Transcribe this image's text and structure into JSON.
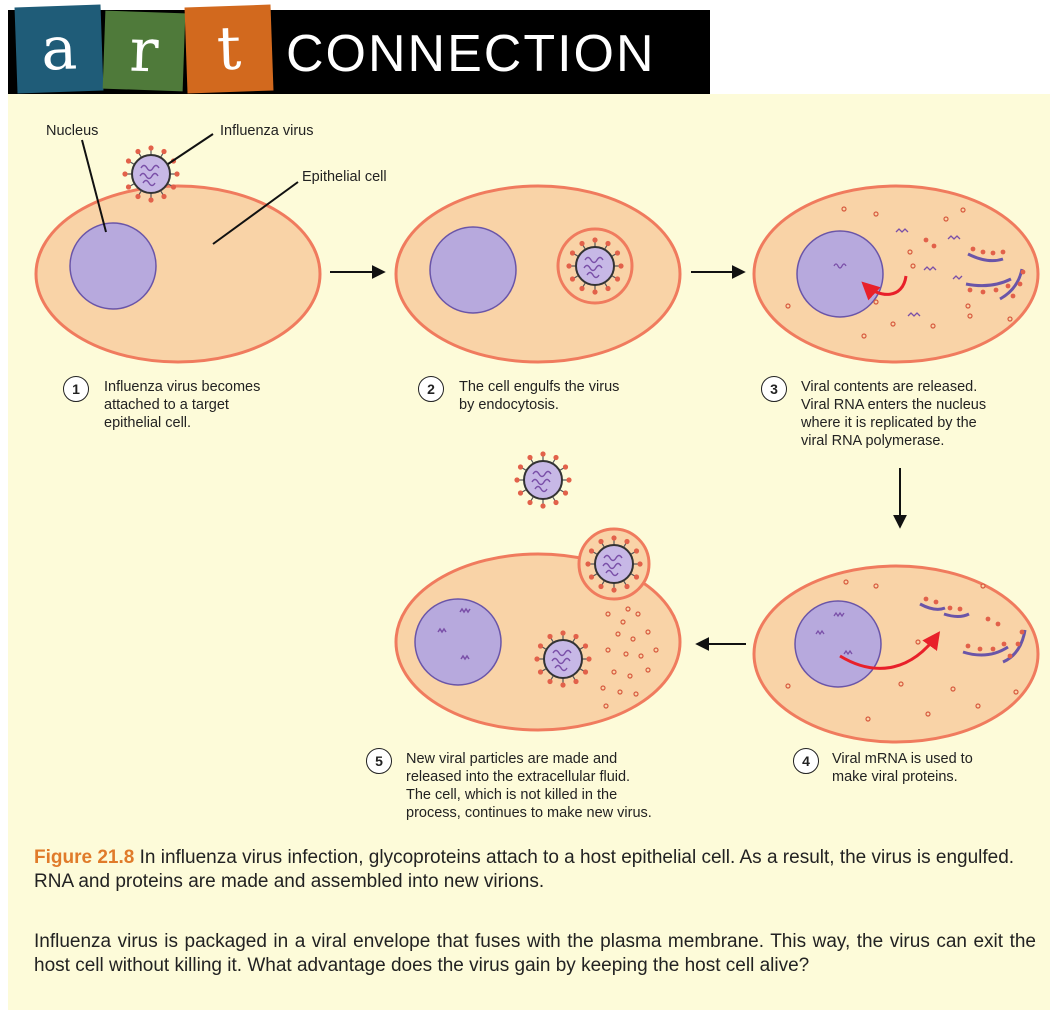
{
  "banner": {
    "letters": [
      "a",
      "r",
      "t"
    ],
    "word": "CONNECTION"
  },
  "labels": {
    "nucleus": "Nucleus",
    "virus": "Influenza virus",
    "cell": "Epithelial cell"
  },
  "steps": [
    {
      "num": "1",
      "text": "Influenza virus becomes\nattached to a target\nepithelial cell."
    },
    {
      "num": "2",
      "text": "The cell engulfs the virus\nby endocytosis."
    },
    {
      "num": "3",
      "text": "Viral contents are released.\nViral RNA enters the nucleus\nwhere it is replicated by the\nviral RNA polymerase."
    },
    {
      "num": "4",
      "text": "Viral mRNA is used to\nmake viral proteins."
    },
    {
      "num": "5",
      "text": "New viral particles are made and\nreleased into the extracellular fluid.\nThe cell, which is not killed in the\nprocess, continues to make new virus."
    }
  ],
  "caption": {
    "figure_label": "Figure 21.8",
    "text": " In influenza virus infection, glycoproteins attach to a host epithelial cell. As a result, the virus is engulfed. RNA and proteins are made and assembled into new virions."
  },
  "question": "Influenza virus is packaged in a viral envelope that fuses with the plasma membrane. This way, the virus can exit the host cell without killing it. What advantage does the virus gain by keeping the host cell alive?",
  "colors": {
    "cell_fill": "#f9d3a7",
    "cell_stroke": "#f07b5e",
    "nucleus_fill": "#b7a9dd",
    "nucleus_stroke": "#6a55a8",
    "arrow_red": "#e8202a",
    "figure_label": "#e07b2a"
  }
}
